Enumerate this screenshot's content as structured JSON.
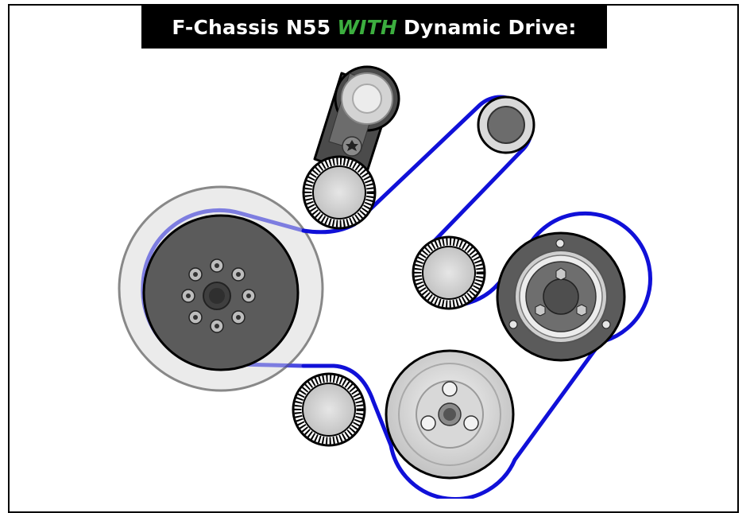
{
  "title": {
    "prefix": "F-Chassis N55",
    "highlight": "WITH",
    "suffix": "Dynamic Drive:",
    "highlight_color": "#3cae3f"
  },
  "colors": {
    "belt": "#1010d8",
    "outline": "#000000"
  },
  "components": [
    {
      "id": "tensioner-arm",
      "role": "belt tensioner arm"
    },
    {
      "id": "idler-pulley-top",
      "role": "idler pulley"
    },
    {
      "id": "small-pulley-top-right",
      "role": "pulley"
    },
    {
      "id": "idler-pulley-middle",
      "role": "idler pulley"
    },
    {
      "id": "ac-compressor-pulley",
      "role": "pulley"
    },
    {
      "id": "crankshaft-damper",
      "role": "crankshaft pulley"
    },
    {
      "id": "idler-pulley-bottom",
      "role": "idler pulley"
    },
    {
      "id": "large-pulley-bottom",
      "role": "pulley"
    }
  ]
}
